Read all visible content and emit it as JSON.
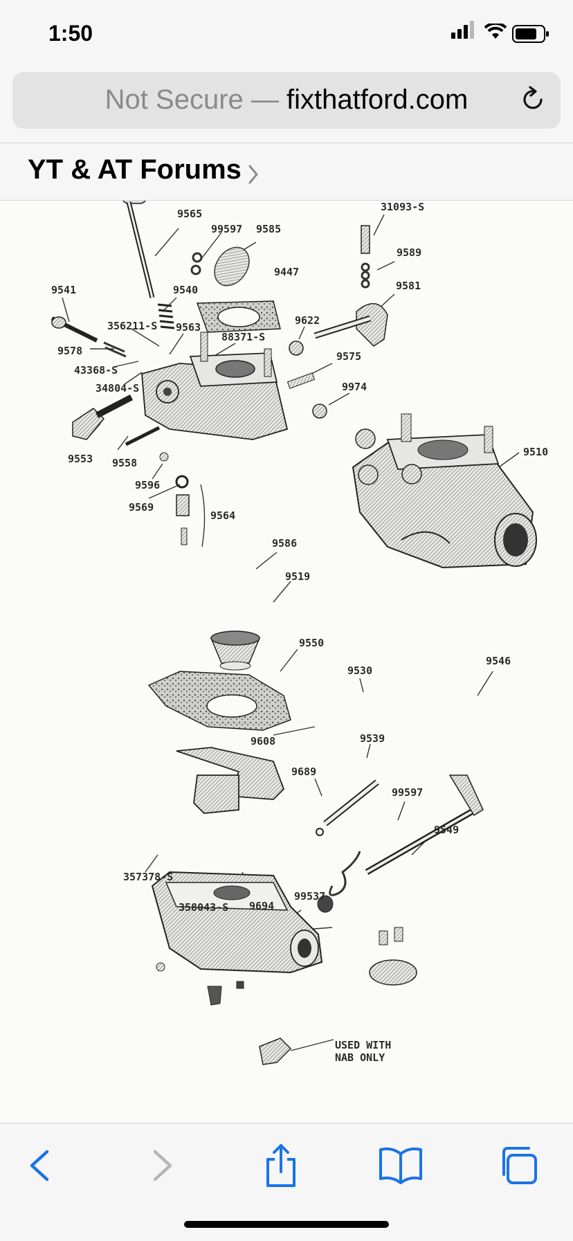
{
  "status_bar": {
    "time": "1:50"
  },
  "address_bar": {
    "security": "Not Secure —",
    "domain": "fixthatford.com"
  },
  "forum_header": {
    "title": "YT & AT Forums"
  },
  "diagram": {
    "part_labels": [
      "9565",
      "99597",
      "9585",
      "31093-S",
      "9589",
      "9447",
      "9581",
      "9541",
      "9540",
      "356211-S",
      "9563",
      "9622",
      "88371-S",
      "9578",
      "43368-S",
      "9575",
      "34804-S",
      "9974",
      "9510",
      "9553",
      "9558",
      "9596",
      "9569",
      "9564",
      "9586",
      "9519",
      "9550",
      "9530",
      "9546",
      "9608",
      "9539",
      "9689",
      "99597",
      "9549",
      "357378-S",
      "358043-S",
      "9694",
      "99537"
    ],
    "note": [
      "USED WITH",
      "NAB ONLY"
    ]
  },
  "toolbar": {
    "items": [
      "back",
      "forward",
      "share",
      "bookmarks",
      "tabs"
    ]
  },
  "colors": {
    "accent": "#1a73e8",
    "disabled": "#b5b5b5"
  }
}
